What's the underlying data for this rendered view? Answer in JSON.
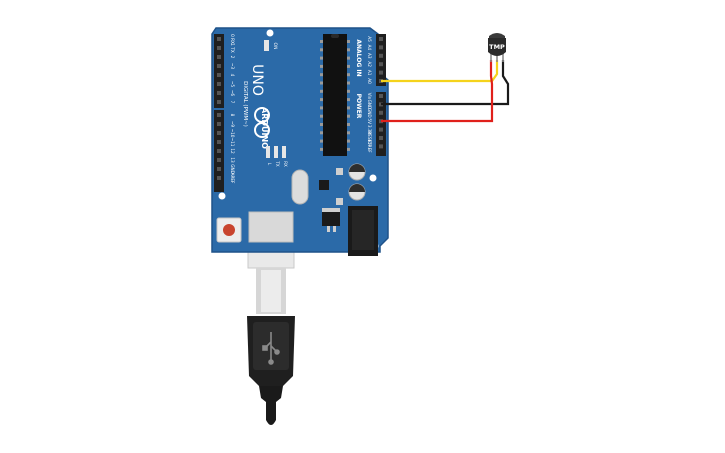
{
  "board": {
    "brand": "ARDUINO",
    "model": "UNO",
    "digital_header_title": "DIGITAL (PWM~)",
    "analog_header_title": "ANALOG IN",
    "power_header_title": "POWER",
    "on_label": "ON",
    "tx_label": "TX",
    "rx_label": "RX",
    "l_label": "L",
    "digital_pins": [
      "0 RX",
      "1 TX",
      "2",
      "~3",
      "4",
      "~5",
      "~6",
      "7",
      "8",
      "~9",
      "~10",
      "~11",
      "12",
      "13",
      "GND",
      "AREF"
    ],
    "analog_pins": [
      "A5",
      "A4",
      "A3",
      "A2",
      "A1",
      "A0"
    ],
    "power_pins": [
      "Vin",
      "GND",
      "GND",
      "5V",
      "3.3V",
      "RESET",
      "IOREF"
    ]
  },
  "sensor": {
    "label": "TMP"
  },
  "wires": {
    "signal_color": "#f5d31c",
    "ground_color": "#1a1a1a",
    "power_color": "#e0201b"
  },
  "colors": {
    "board": "#2b6aa8",
    "board_edge": "#1f5289",
    "header": "#1f1f1f",
    "cable": "#222222"
  }
}
